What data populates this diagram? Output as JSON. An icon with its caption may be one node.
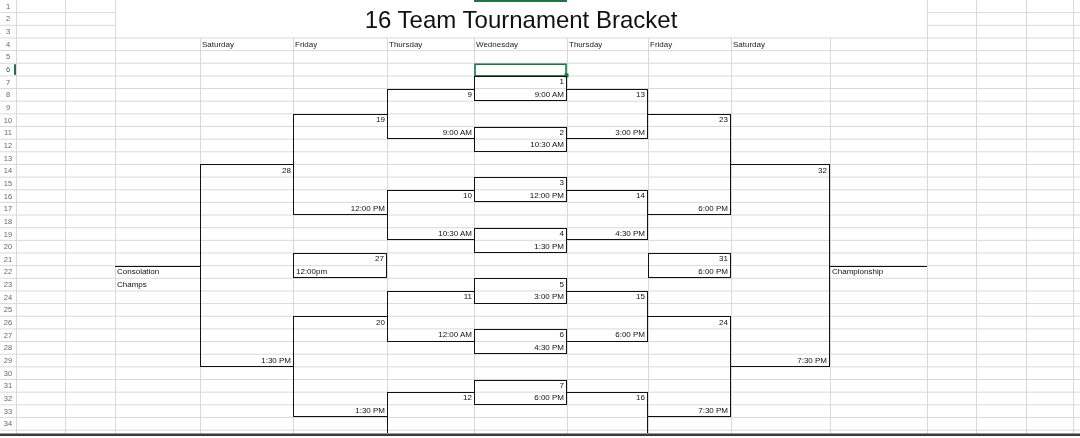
{
  "diagram": {
    "title": "16 Team Tournament Bracket",
    "nodes": [
      {
        "text": [
          "1",
          "9:00 AM"
        ]
      },
      {
        "text": [
          "9",
          "9:00 AM"
        ]
      },
      {
        "text": [
          "13",
          "3:00 PM"
        ]
      },
      {
        "text": [
          "19",
          "12:00 PM"
        ]
      },
      {
        "text": [
          "23",
          "6:00 PM"
        ]
      },
      {
        "text": [
          "2",
          "10:30 AM"
        ]
      },
      {
        "text": [
          "28",
          "1:30 PM"
        ]
      },
      {
        "text": [
          "32",
          "7:30 PM"
        ]
      },
      {
        "text": [
          "3",
          "12:00 PM"
        ]
      },
      {
        "text": [
          "10",
          "10:30 AM"
        ]
      },
      {
        "text": [
          "14",
          "4:30 PM"
        ]
      },
      {
        "text": [
          "4",
          "1:30 PM"
        ]
      },
      {
        "text": [
          "27",
          "12:00pm"
        ]
      },
      {
        "text": [
          "31",
          "6:00 PM"
        ]
      },
      {
        "text": [
          "Consolation Champs"
        ]
      },
      {
        "text": [
          "Championship"
        ]
      },
      {
        "text": [
          "5",
          "3:00 PM"
        ]
      },
      {
        "text": [
          "11",
          "12:00 AM"
        ]
      },
      {
        "text": [
          "15",
          "6:00 PM"
        ]
      },
      {
        "text": [
          "20",
          "1:30 PM"
        ]
      },
      {
        "text": [
          "24",
          "7:30 PM"
        ]
      },
      {
        "text": [
          "6",
          "4:30 PM"
        ]
      },
      {
        "text": [
          "7",
          "6:00 PM"
        ]
      },
      {
        "text": [
          "12"
        ]
      },
      {
        "text": [
          "16"
        ]
      }
    ],
    "labels": [
      "1",
      "2",
      "3",
      "4",
      "Saturday",
      "Friday",
      "Thursday",
      "Wednesday",
      "Thursday",
      "Friday",
      "Saturday",
      "5",
      "6",
      "7",
      "8",
      "9",
      "10",
      "11",
      "12",
      "13",
      "14",
      "15",
      "16",
      "17",
      "18",
      "19",
      "20",
      "21",
      "22",
      "23",
      "24",
      "25",
      "26",
      "27",
      "28",
      "29",
      "30",
      "31",
      "32",
      "33",
      "34"
    ]
  }
}
